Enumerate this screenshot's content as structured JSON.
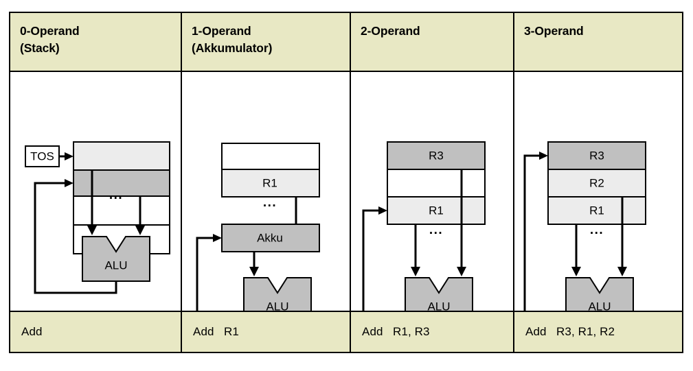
{
  "colors": {
    "header_bg": "#e8e8c4",
    "footer_bg": "#e8e8c4",
    "page_bg": "#ffffff",
    "cell_white": "#ffffff",
    "cell_light_gray": "#ececec",
    "cell_mid_gray": "#c0c0c0",
    "alu_fill": "#c0c0c0",
    "border": "#000000"
  },
  "table": {
    "columns": [
      {
        "id": "col-0-operand",
        "header": "0-Operand\n(Stack)",
        "instruction": "Add",
        "diagram": {
          "kind": "stack",
          "pointer_label": "TOS",
          "ellipsis": [
            "mid-bottom"
          ],
          "rows": [
            {
              "label": "",
              "fill": "cell_light_gray"
            },
            {
              "label": "",
              "fill": "cell_mid_gray"
            },
            {
              "label": "",
              "fill": "cell_white"
            },
            {
              "label": "",
              "fill": "cell_white"
            }
          ],
          "alu_label": "ALU"
        }
      },
      {
        "id": "col-1-operand",
        "header": "1-Operand\n(Akkumulator)",
        "instruction": "Add   R1",
        "diagram": {
          "kind": "registers-accumulator",
          "accumulator_label": "Akku",
          "ellipsis": [
            "above",
            "below"
          ],
          "rows": [
            {
              "label": "",
              "fill": "cell_white"
            },
            {
              "label": "R1",
              "fill": "cell_light_gray"
            }
          ],
          "alu_label": "ALU"
        }
      },
      {
        "id": "col-2-operand",
        "header": "2-Operand",
        "instruction": "Add   R1, R3",
        "diagram": {
          "kind": "registers",
          "ellipsis": [
            "above",
            "below"
          ],
          "rows": [
            {
              "label": "R3",
              "fill": "cell_mid_gray"
            },
            {
              "label": "",
              "fill": "cell_white"
            },
            {
              "label": "R1",
              "fill": "cell_light_gray"
            }
          ],
          "alu_label": "ALU"
        }
      },
      {
        "id": "col-3-operand",
        "header": "3-Operand",
        "instruction": "Add   R3, R1, R2",
        "diagram": {
          "kind": "registers",
          "ellipsis": [
            "above",
            "below"
          ],
          "rows": [
            {
              "label": "R3",
              "fill": "cell_mid_gray"
            },
            {
              "label": "R2",
              "fill": "cell_light_gray"
            },
            {
              "label": "R1",
              "fill": "cell_light_gray"
            }
          ],
          "alu_label": "ALU"
        }
      }
    ]
  }
}
